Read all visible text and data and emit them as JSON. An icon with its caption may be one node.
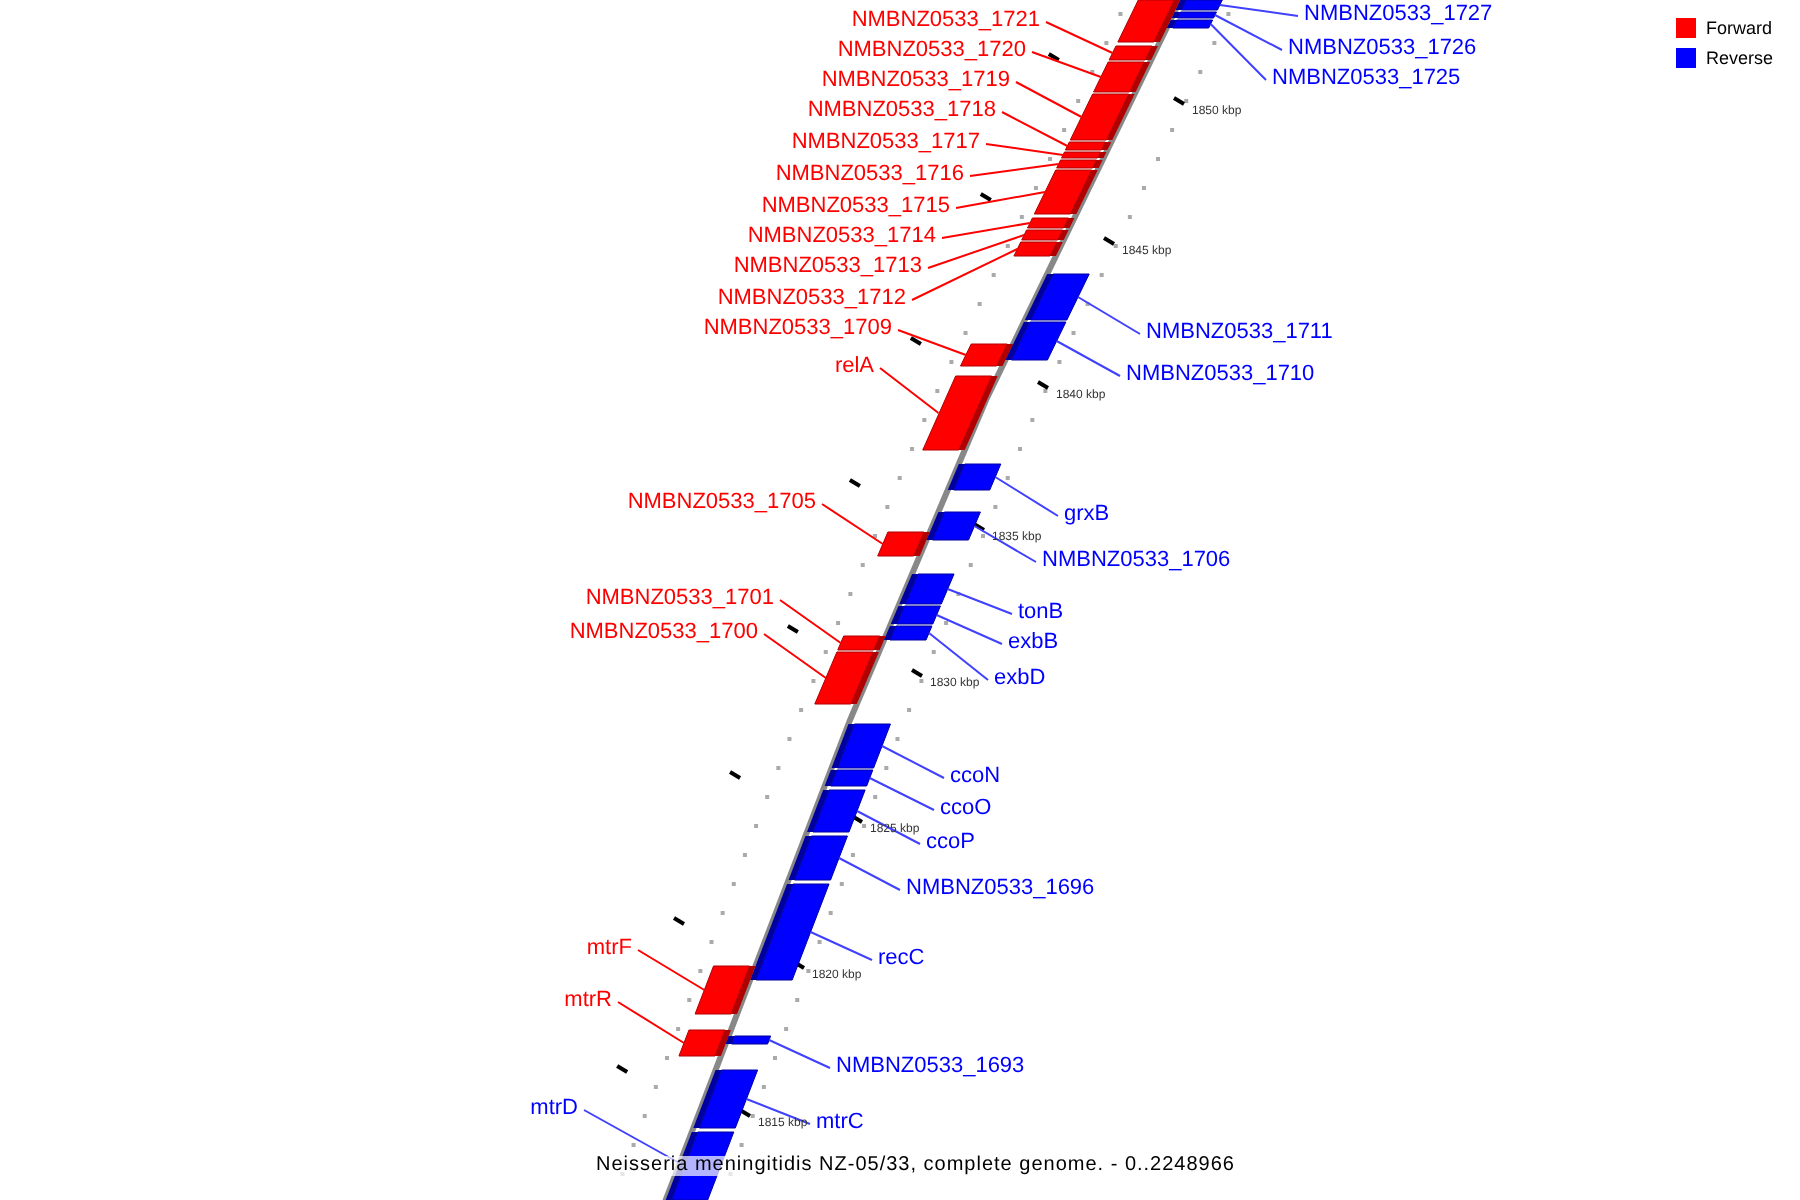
{
  "diagram": {
    "caption": "Neisseria meningitidis NZ-05/33, complete genome. - 0..2248966",
    "nodes": [
      {
        "text": [
          "NMBNZ0533_1727"
        ]
      },
      {
        "text": [],
        "shape": "bar"
      },
      {
        "text": [
          "NMBNZ0533_1721"
        ]
      },
      {
        "text": [],
        "shape": "bar"
      },
      {
        "text": [
          "NMBNZ0533_1726"
        ]
      },
      {
        "text": [],
        "shape": "bar"
      },
      {
        "text": [
          "NMBNZ0533_1720"
        ]
      },
      {
        "text": [],
        "shape": "bar"
      },
      {
        "text": [
          "NMBNZ0533_1725"
        ]
      },
      {
        "text": [],
        "shape": "bar"
      },
      {
        "text": [
          "NMBNZ0533_1719"
        ]
      },
      {
        "text": [],
        "shape": "bar"
      },
      {
        "text": [
          "NMBNZ0533_1718"
        ]
      },
      {
        "text": [],
        "shape": "bar"
      },
      {
        "text": [
          "NMBNZ0533_1717"
        ]
      },
      {
        "text": [],
        "shape": "bar"
      },
      {
        "text": [
          "NMBNZ0533_1716"
        ]
      },
      {
        "text": [],
        "shape": "bar"
      },
      {
        "text": [
          "NMBNZ0533_1715"
        ]
      },
      {
        "text": [],
        "shape": "bar"
      },
      {
        "text": [
          "NMBNZ0533_1714"
        ]
      },
      {
        "text": [],
        "shape": "bar"
      },
      {
        "text": [
          "NMBNZ0533_1713"
        ]
      },
      {
        "text": [],
        "shape": "bar"
      },
      {
        "text": [
          "NMBNZ0533_1712"
        ]
      },
      {
        "text": [],
        "shape": "bar"
      },
      {
        "text": [
          "NMBNZ0533_1709"
        ]
      },
      {
        "text": [],
        "shape": "bar"
      },
      {
        "text": [
          "NMBNZ0533_1711"
        ]
      },
      {
        "text": [],
        "shape": "bar"
      },
      {
        "text": [
          "relA"
        ]
      },
      {
        "text": [],
        "shape": "bar"
      },
      {
        "text": [
          "NMBNZ0533_1710"
        ]
      },
      {
        "text": [],
        "shape": "bar"
      },
      {
        "text": [
          "grxB"
        ]
      },
      {
        "text": [],
        "shape": "bar"
      },
      {
        "text": [
          "NMBNZ0533_1705"
        ]
      },
      {
        "text": [],
        "shape": "bar"
      },
      {
        "text": [
          "NMBNZ0533_1706"
        ]
      },
      {
        "text": [],
        "shape": "bar"
      },
      {
        "text": [
          "NMBNZ0533_1701"
        ]
      },
      {
        "text": [],
        "shape": "bar"
      },
      {
        "text": [
          "tonB"
        ]
      },
      {
        "text": [],
        "shape": "bar"
      },
      {
        "text": [
          "NMBNZ0533_1700"
        ]
      },
      {
        "text": [],
        "shape": "bar"
      },
      {
        "text": [
          "exbB"
        ]
      },
      {
        "text": [],
        "shape": "bar"
      },
      {
        "text": [
          "exbD"
        ]
      },
      {
        "text": [],
        "shape": "bar"
      },
      {
        "text": [
          "ccoN"
        ]
      },
      {
        "text": [],
        "shape": "bar"
      },
      {
        "text": [
          "ccoO"
        ]
      },
      {
        "text": [],
        "shape": "bar"
      },
      {
        "text": [
          "ccoP"
        ]
      },
      {
        "text": [],
        "shape": "bar"
      },
      {
        "text": [
          "NMBNZ0533_1696"
        ]
      },
      {
        "text": [],
        "shape": "bar"
      },
      {
        "text": [
          "recC"
        ]
      },
      {
        "text": [],
        "shape": "bar"
      },
      {
        "text": [
          "mtrF"
        ]
      },
      {
        "text": [],
        "shape": "bar"
      },
      {
        "text": [
          "mtrR"
        ]
      },
      {
        "text": [],
        "shape": "bar"
      },
      {
        "text": [
          "NMBNZ0533_1693"
        ]
      },
      {
        "text": [],
        "shape": "bar"
      },
      {
        "text": [
          "mtrD"
        ]
      },
      {
        "text": [],
        "shape": "bar"
      },
      {
        "text": [
          "mtrC"
        ]
      },
      {
        "text": [],
        "shape": "bar"
      },
      {
        "text": [],
        "shape": "bar"
      }
    ],
    "edges": [
      {
        "from": 0,
        "to": 1,
        "arrow": "none"
      },
      {
        "from": 2,
        "to": 3,
        "arrow": "none",
        "color": "#ff0000"
      },
      {
        "from": 4,
        "to": 5,
        "arrow": "none"
      },
      {
        "from": 6,
        "to": 7,
        "arrow": "none",
        "color": "#ff0000"
      },
      {
        "from": 8,
        "to": 9,
        "arrow": "none"
      },
      {
        "from": 10,
        "to": 11,
        "arrow": "none",
        "color": "#ff0000"
      },
      {
        "from": 12,
        "to": 13,
        "arrow": "none",
        "color": "#ff0000"
      },
      {
        "from": 14,
        "to": 15,
        "arrow": "none",
        "color": "#ff0000"
      },
      {
        "from": 16,
        "to": 17,
        "arrow": "none",
        "color": "#ff0000"
      },
      {
        "from": 18,
        "to": 19,
        "arrow": "none",
        "color": "#ff0000"
      },
      {
        "from": 20,
        "to": 21,
        "arrow": "none",
        "color": "#ff0000"
      },
      {
        "from": 22,
        "to": 23,
        "arrow": "none",
        "color": "#ff0000"
      },
      {
        "from": 24,
        "to": 25,
        "arrow": "none",
        "color": "#ff0000"
      },
      {
        "from": 26,
        "to": 27,
        "arrow": "none",
        "color": "#ff0000"
      },
      {
        "from": 28,
        "to": 29,
        "arrow": "none"
      },
      {
        "from": 30,
        "to": 31,
        "arrow": "none",
        "color": "#ff0000"
      },
      {
        "from": 32,
        "to": 33,
        "arrow": "none"
      },
      {
        "from": 34,
        "to": 35,
        "arrow": "none"
      },
      {
        "from": 36,
        "to": 37,
        "arrow": "none",
        "color": "#ff0000"
      },
      {
        "from": 38,
        "to": 39,
        "arrow": "none"
      },
      {
        "from": 40,
        "to": 41,
        "arrow": "none",
        "color": "#ff0000"
      },
      {
        "from": 42,
        "to": 43,
        "arrow": "none"
      },
      {
        "from": 44,
        "to": 45,
        "arrow": "none",
        "color": "#ff0000"
      },
      {
        "from": 46,
        "to": 47,
        "arrow": "none"
      },
      {
        "from": 48,
        "to": 49,
        "arrow": "none"
      },
      {
        "from": 50,
        "to": 51,
        "arrow": "none"
      },
      {
        "from": 52,
        "to": 53,
        "arrow": "none"
      },
      {
        "from": 54,
        "to": 55,
        "arrow": "none"
      },
      {
        "from": 56,
        "to": 57,
        "arrow": "none"
      },
      {
        "from": 58,
        "to": 59,
        "arrow": "none"
      },
      {
        "from": 60,
        "to": 61,
        "arrow": "none",
        "color": "#ff0000"
      },
      {
        "from": 62,
        "to": 63,
        "arrow": "none",
        "color": "#ff0000"
      },
      {
        "from": 64,
        "to": 65,
        "arrow": "none"
      },
      {
        "from": 66,
        "to": 67,
        "arrow": "none"
      },
      {
        "from": 68,
        "to": 69,
        "arrow": "none"
      }
    ],
    "labels": [
      "1850 kbp",
      "1845 kbp",
      "1840 kbp",
      "1835 kbp",
      "1830 kbp",
      "1825 kbp",
      "1820 kbp",
      "1815 kbp"
    ],
    "legend": [
      {
        "text": "Forward",
        "color": "#ff0000"
      },
      {
        "text": "Reverse",
        "color": "#0000ff"
      }
    ]
  }
}
